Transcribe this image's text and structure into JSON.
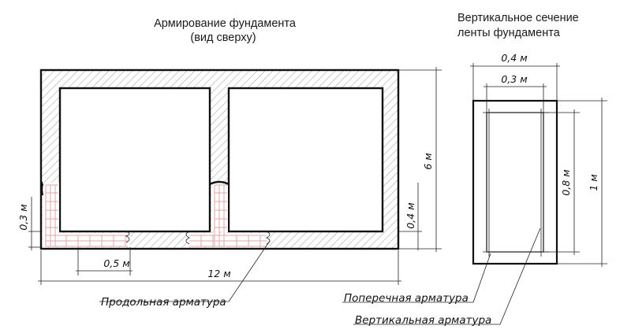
{
  "plan": {
    "title_line1": "Армирование фундамента",
    "title_line2": "(вид сверху)",
    "dim_total_length": "12 м",
    "dim_height": "6 м",
    "dim_spacing": "0,5 м",
    "dim_left_band": "0,3 м",
    "dim_right_band": "0,4 м"
  },
  "section": {
    "title_line1": "Вертикальное сечение",
    "title_line2": "ленты фундамента",
    "dim_outer_width": "0,4 м",
    "dim_inner_width": "0,3 м",
    "dim_inner_height": "0,8 м",
    "dim_outer_height": "1 м"
  },
  "callouts": {
    "longitudinal": "Продольная арматура",
    "transverse": "Поперечная арматура",
    "vertical": "Вертикальная арматура"
  }
}
